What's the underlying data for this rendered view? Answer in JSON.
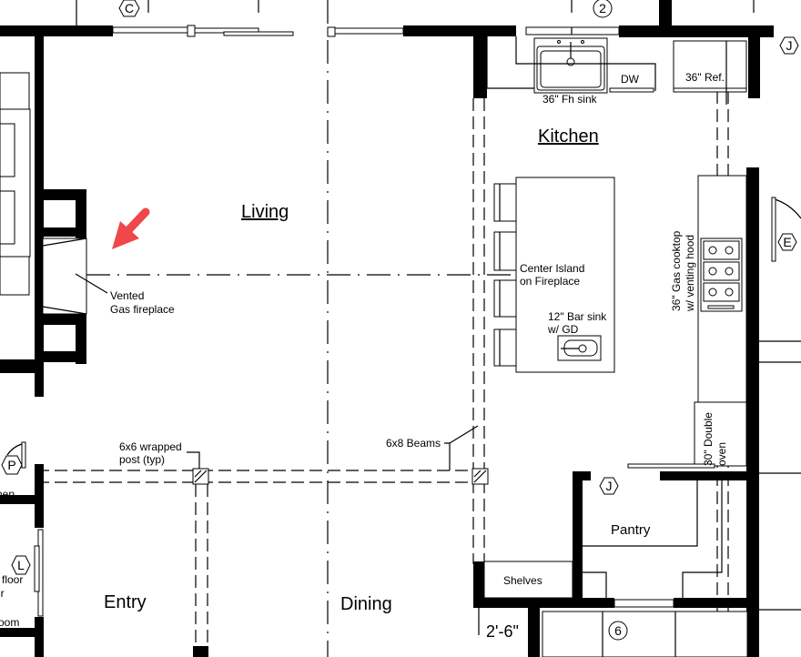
{
  "rooms": {
    "living": "Living",
    "kitchen": "Kitchen",
    "entry": "Entry",
    "dining": "Dining",
    "pantry": "Pantry",
    "shelves": "Shelves"
  },
  "labels": {
    "fireplace_line1": "Vented",
    "fireplace_line2": "Gas fireplace",
    "island_line1": "Center Island",
    "island_line2": "on Fireplace",
    "bar_sink_line1": "12\" Bar sink",
    "bar_sink_line2": "w/ GD",
    "sink": "36\" Fh sink",
    "dishwasher": "DW",
    "refrigerator": "36\" Ref.",
    "cooktop_line1": "36\" Gas cooktop",
    "cooktop_line2": "w/ venting hood",
    "oven_line1": "30\" Double",
    "oven_line2": "oven",
    "post": "6x6 wrapped",
    "post_line2": "post (typ)",
    "beams": "6x8 Beams",
    "dimension": "2'-6\"",
    "left_fragment_1": "hen",
    "left_fragment_2": "floor",
    "left_fragment_3": "lr",
    "left_fragment_4": "oom"
  },
  "tags": {
    "c": "C",
    "two": "2",
    "j_top": "J",
    "e": "E",
    "p": "P",
    "l": "L",
    "j_pantry": "J",
    "six": "6"
  },
  "colors": {
    "wall": "#000000",
    "annotation_arrow": "#f0474b"
  }
}
